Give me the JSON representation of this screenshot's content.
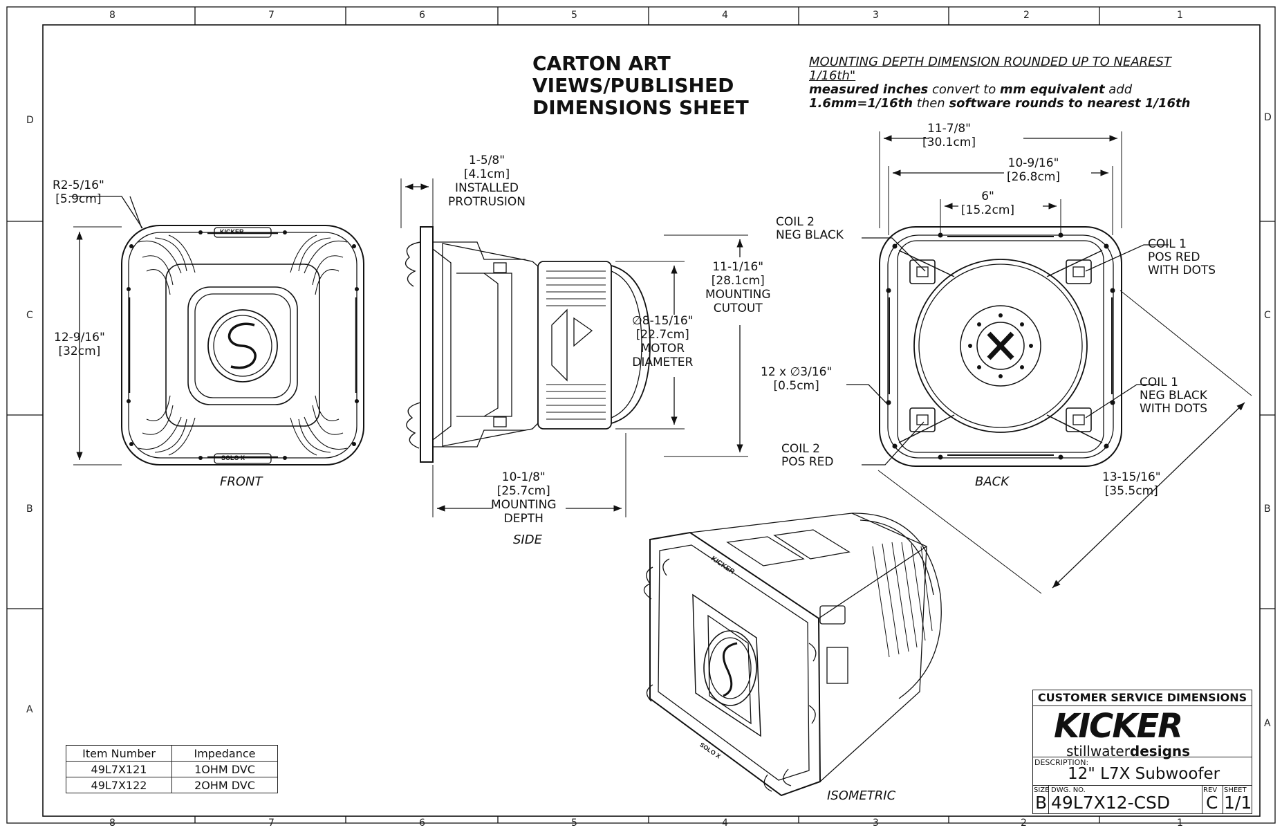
{
  "title": {
    "line1": "CARTON ART",
    "line2": "VIEWS/PUBLISHED",
    "line3": "DIMENSIONS SHEET"
  },
  "note": {
    "line1": "MOUNTING DEPTH DIMENSION ROUNDED UP TO NEAREST 1/16th\"",
    "b1": "measured inches",
    "t1": " convert to ",
    "b2": "mm equivalent",
    "t2": " add",
    "b3": "1.6mm=1/16th",
    "t3": " then ",
    "b4": "software rounds to nearest 1/16th"
  },
  "zones": {
    "columns": [
      "8",
      "7",
      "6",
      "5",
      "4",
      "3",
      "2",
      "1"
    ],
    "rows": [
      "D",
      "C",
      "B",
      "A"
    ]
  },
  "views": {
    "front": "FRONT",
    "side": "SIDE",
    "back": "BACK",
    "isometric": "ISOMETRIC"
  },
  "front_dims": {
    "radius_in": "R2-5/16\"",
    "radius_cm": "[5.9cm]",
    "height_in": "12-9/16\"",
    "height_cm": "[32cm]"
  },
  "side_dims": {
    "protrusion_in": "1-5/8\"",
    "protrusion_cm": "[4.1cm]",
    "protrusion_l1": "INSTALLED",
    "protrusion_l2": "PROTRUSION",
    "motor_in": "∅8-15/16\"",
    "motor_cm": "[22.7cm]",
    "motor_l1": "MOTOR",
    "motor_l2": "DIAMETER",
    "cutout_in": "11-1/16\"",
    "cutout_cm": "[28.1cm]",
    "cutout_l1": "MOUNTING",
    "cutout_l2": "CUTOUT",
    "depth_in": "10-1/8\"",
    "depth_cm": "[25.7cm]",
    "depth_l1": "MOUNTING",
    "depth_l2": "DEPTH"
  },
  "back_dims": {
    "overall_in": "11-7/8\"",
    "overall_cm": "[30.1cm]",
    "hole_in": "10-9/16\"",
    "hole_cm": "[26.8cm]",
    "inner_in": "6\"",
    "inner_cm": "[15.2cm]",
    "holes_in": "12 x ∅3/16\"",
    "holes_cm": "[0.5cm]",
    "diag_in": "13-15/16\"",
    "diag_cm": "[35.5cm]",
    "coil2neg_l1": "COIL 2",
    "coil2neg_l2": "NEG BLACK",
    "coil1pos_l1": "COIL 1",
    "coil1pos_l2": "POS RED",
    "coil1pos_l3": "WITH DOTS",
    "coil1neg_l1": "COIL 1",
    "coil1neg_l2": "NEG BLACK",
    "coil1neg_l3": "WITH DOTS",
    "coil2pos_l1": "COIL 2",
    "coil2pos_l2": "POS RED"
  },
  "logos": {
    "front_top": "KICKER",
    "front_bottom": "SOLO X",
    "iso_frame": "KICKER",
    "iso_bottom": "SOLO X"
  },
  "items_table": {
    "headers": [
      "Item Number",
      "Impedance"
    ],
    "rows": [
      [
        "49L7X121",
        "1OHM DVC"
      ],
      [
        "49L7X122",
        "2OHM DVC"
      ]
    ]
  },
  "title_block": {
    "header": "CUSTOMER SERVICE DIMENSIONS",
    "brand": "KICKER",
    "sub_brand_a": "stillwater",
    "sub_brand_b": "designs",
    "desc_label": "DESCRIPTION:",
    "description": "12\" L7X Subwoofer",
    "size_label": "SIZE",
    "size": "B",
    "dwg_label": "DWG. NO.",
    "dwg": "49L7X12-CSD",
    "rev_label": "REV",
    "rev": "C",
    "sheet_label": "SHEET",
    "sheet": "1/1"
  }
}
